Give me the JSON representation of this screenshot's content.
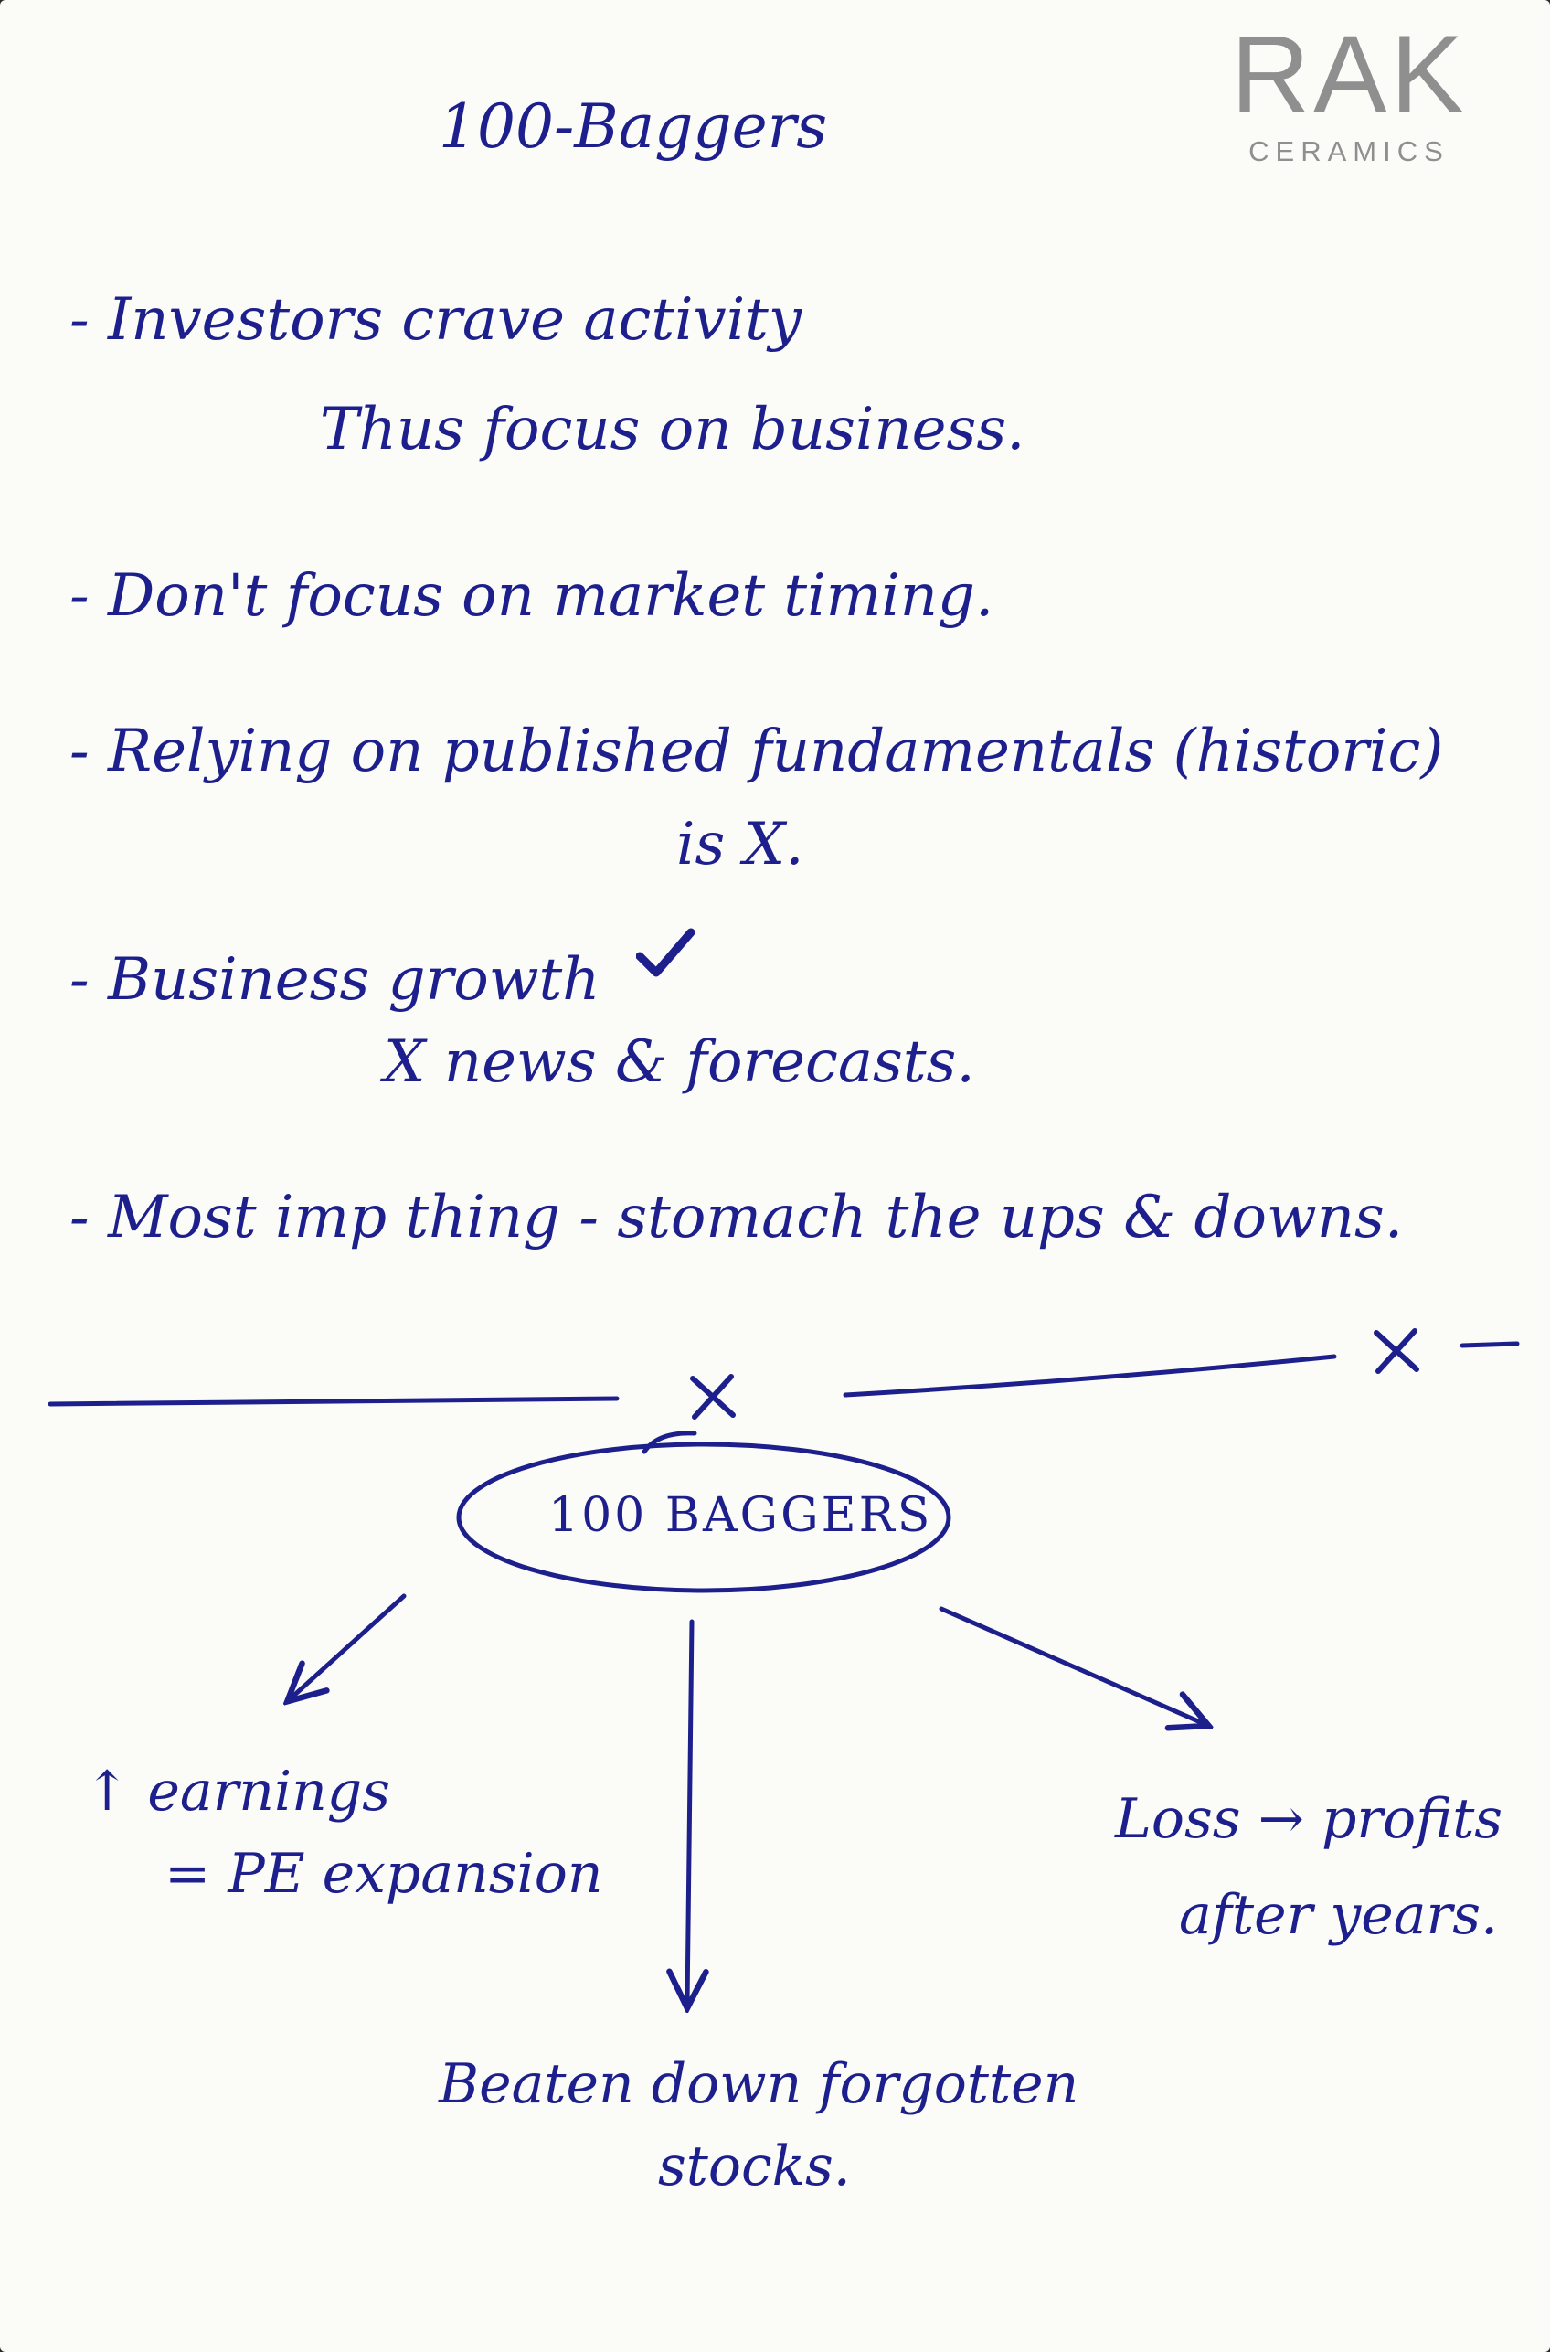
{
  "logo": {
    "main": "RAK",
    "sub": "CERAMICS"
  },
  "title": "100-Baggers",
  "bullets": [
    {
      "lines": [
        "- Investors crave activity",
        "Thus focus on business."
      ]
    },
    {
      "lines": [
        "- Don't focus on market timing."
      ]
    },
    {
      "lines": [
        "- Relying on published fundamentals (historic)",
        "is X."
      ]
    },
    {
      "lines": [
        "- Business growth",
        "X news & forecasts."
      ]
    },
    {
      "lines": [
        "- Most imp thing - stomach the ups & downs."
      ]
    }
  ],
  "separator": {
    "center_mark": "X",
    "right_mark": "X"
  },
  "diagram": {
    "center": "100 BAGGERS",
    "branches": [
      {
        "lines": [
          "↑ earnings",
          "= PE expansion"
        ]
      },
      {
        "lines": [
          "Beaten down forgotten",
          "stocks."
        ]
      },
      {
        "lines": [
          "Loss → profits",
          "after years."
        ]
      }
    ]
  },
  "colors": {
    "ink": "#1d1f8c",
    "paper": "#fbfbf8",
    "logo": "#8f8f8f"
  }
}
